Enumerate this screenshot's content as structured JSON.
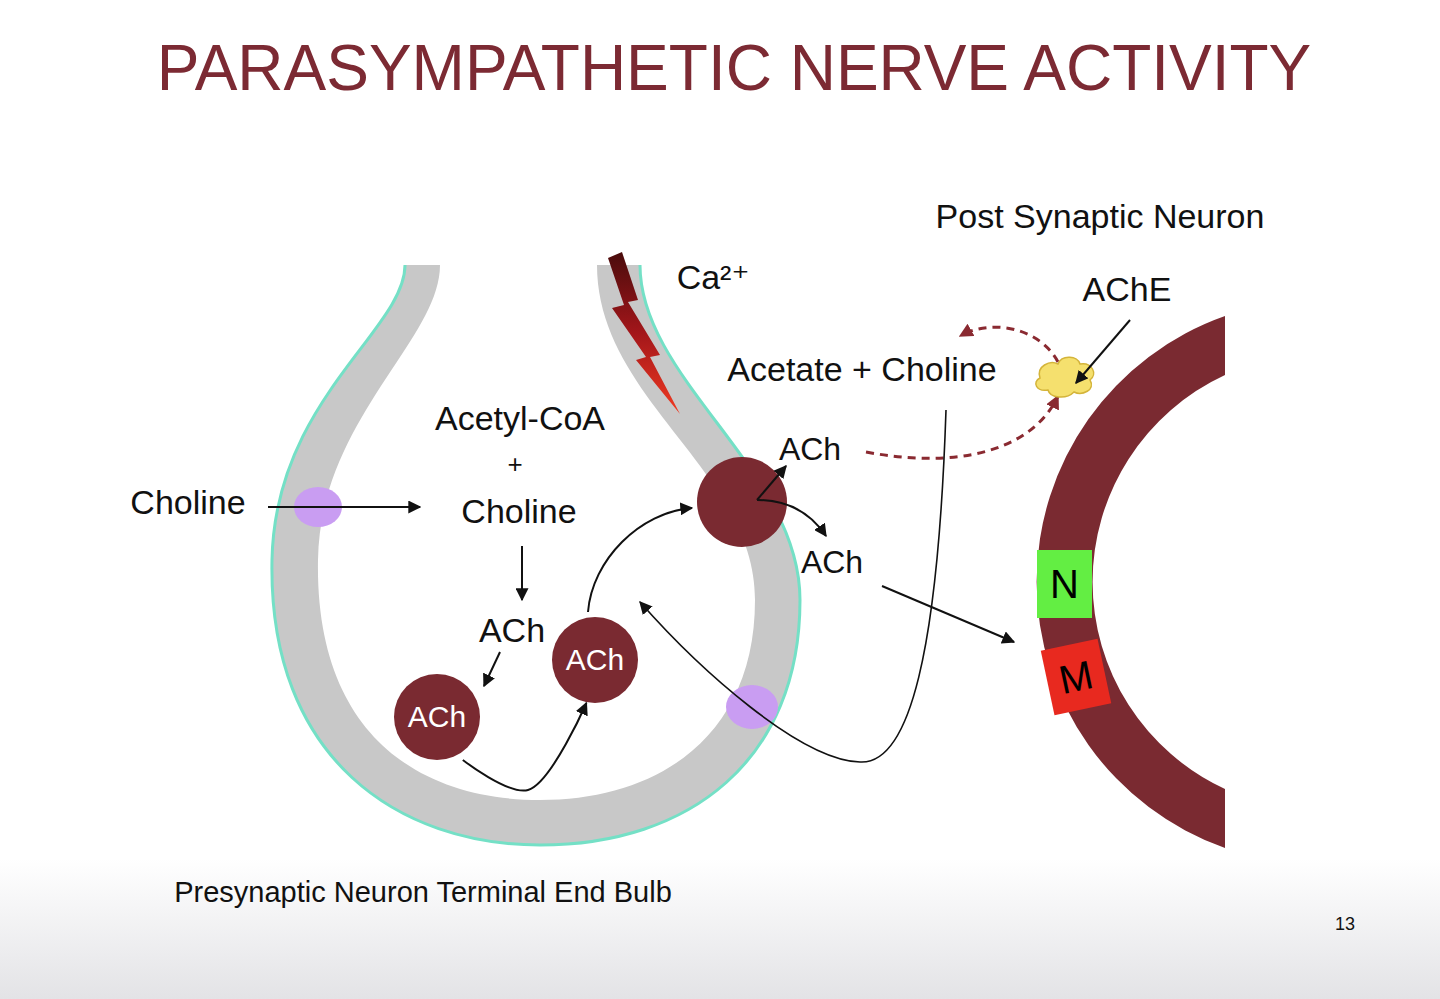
{
  "diagram": {
    "title": "PARASYMPATHETIC NERVE ACTIVITY",
    "nodes": [
      {
        "text": [
          "Presynaptic Neuron Terminal End Bulb"
        ]
      },
      {
        "text": [
          "ACh"
        ],
        "in": 0
      },
      {
        "text": [
          "ACh"
        ],
        "in": 0
      },
      {
        "text": [
          "Post Synaptic Neuron"
        ]
      },
      {
        "text": [
          "N"
        ],
        "in": 3
      },
      {
        "text": [
          "M"
        ],
        "in": 3
      }
    ],
    "edges": [
      {
        "from": 1,
        "to": 2,
        "arrow": "to"
      }
    ],
    "labels": [
      "Ca²⁺",
      "AChE",
      "Acetate + Choline",
      "Acetyl-CoA",
      "ACh",
      "+",
      "Choline",
      "Choline",
      "ACh",
      "ACh",
      "13"
    ]
  }
}
